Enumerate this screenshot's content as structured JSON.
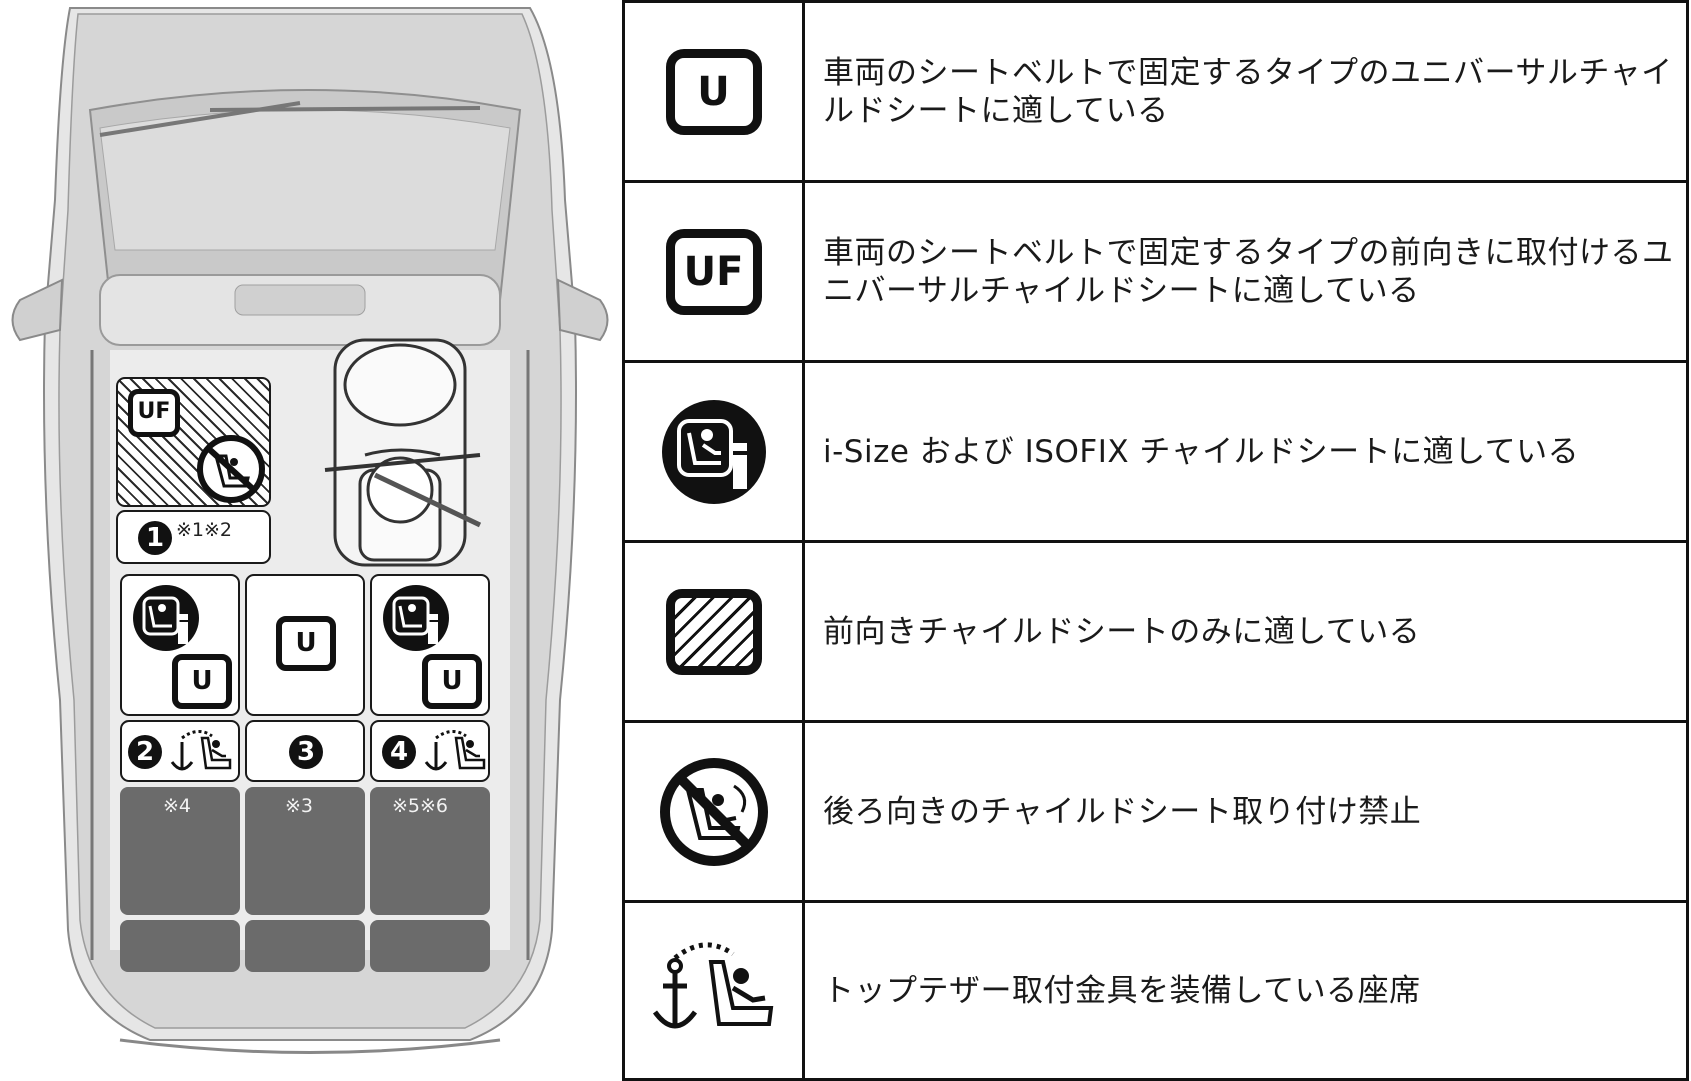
{
  "legend": {
    "rows": [
      {
        "icon": "u-badge-icon",
        "badge": "U",
        "text": "車両のシートベルトで固定するタイプのユニバーサルチャイルドシートに適している"
      },
      {
        "icon": "uf-badge-icon",
        "badge": "UF",
        "text": "車両のシートベルトで固定するタイプの前向きに取付けるユニバーサルチャイルドシートに適している"
      },
      {
        "icon": "i-size-isofix-icon",
        "text": "i-Size および ISOFIX チャイルドシートに適している"
      },
      {
        "icon": "hatched-square-icon",
        "text": "前向きチャイルドシートのみに適している"
      },
      {
        "icon": "no-rear-facing-icon",
        "text": "後ろ向きのチャイルドシート取り付け禁止"
      },
      {
        "icon": "top-tether-anchor-icon",
        "text": "トップテザー取付金具を装備している座席"
      }
    ]
  },
  "car": {
    "front_seat": {
      "number": "1",
      "note": "※1※2",
      "badge": "UF"
    },
    "rear_seats": [
      {
        "number": "2",
        "badge": "U",
        "note": "※4"
      },
      {
        "number": "3",
        "badge": "U",
        "note": "※3"
      },
      {
        "number": "4",
        "badge": "U",
        "note": "※5※6"
      }
    ]
  }
}
